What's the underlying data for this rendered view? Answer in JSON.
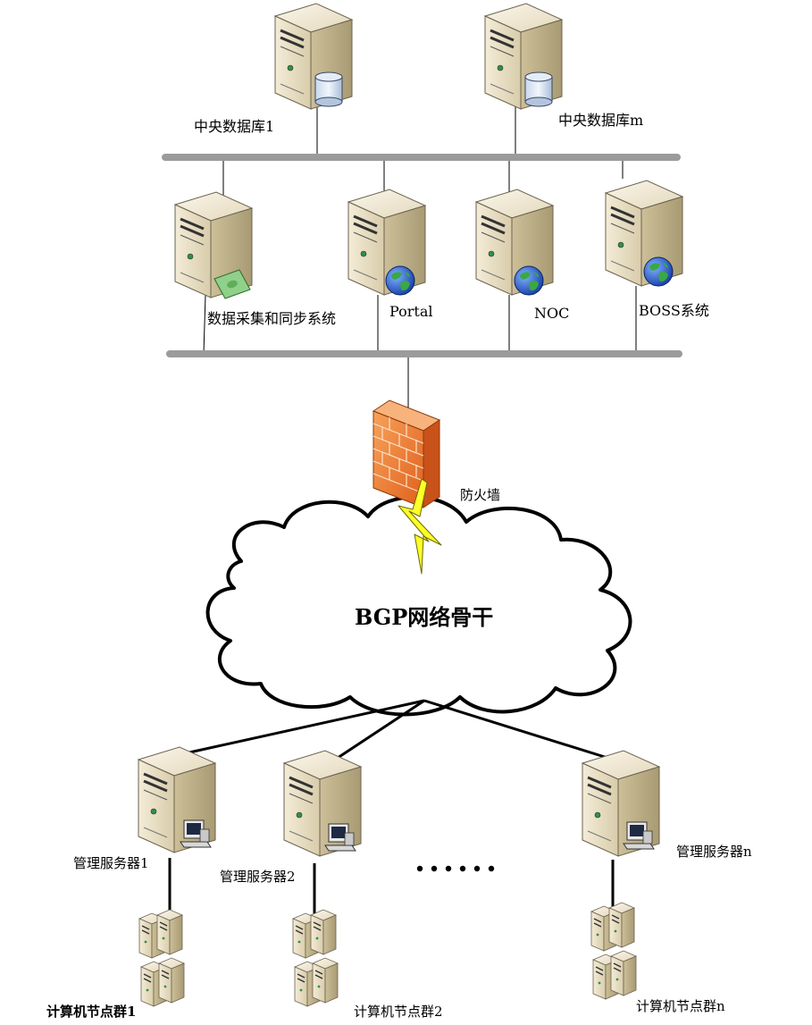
{
  "diagram": {
    "central_databases": [
      {
        "label": "中央数据库1",
        "icon": "database-icon"
      },
      {
        "label": "中央数据库m",
        "icon": "database-icon"
      }
    ],
    "app_servers": [
      {
        "label": "数据采集和同步系统",
        "icon": "money-icon"
      },
      {
        "label": "Portal",
        "icon": "globe-icon"
      },
      {
        "label": "NOC",
        "icon": "globe-icon"
      },
      {
        "label": "BOSS系统",
        "icon": "globe-icon"
      }
    ],
    "firewall": {
      "label": "防火墙"
    },
    "backbone": {
      "label": "BGP网络骨干"
    },
    "management_servers": [
      {
        "label": "管理服务器1"
      },
      {
        "label": "管理服务器2"
      },
      {
        "label": "管理服务器n"
      }
    ],
    "compute_clusters": [
      {
        "label": "计算机节点群1"
      },
      {
        "label": "计算机节点群2"
      },
      {
        "label": "计算机节点群n"
      }
    ],
    "ellipsis": "• • • • • •"
  }
}
